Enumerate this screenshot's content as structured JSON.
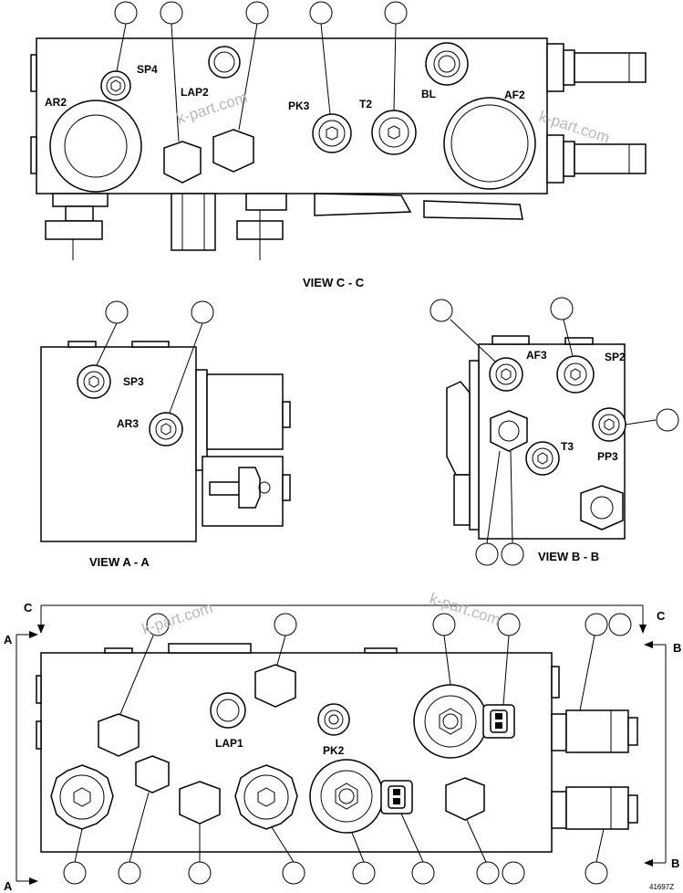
{
  "views": {
    "view_c": {
      "title": "VIEW C - C",
      "ports": [
        "SP4",
        "AR2",
        "LAP2",
        "PK3",
        "T2",
        "BL",
        "AF2"
      ]
    },
    "view_a": {
      "title": "VIEW A - A",
      "ports": [
        "SP3",
        "AR3"
      ]
    },
    "view_b": {
      "title": "VIEW B - B",
      "ports": [
        "AF3",
        "SP2",
        "T3",
        "PP3"
      ]
    },
    "main": {
      "ports": [
        "LAP1",
        "PK2"
      ]
    }
  },
  "section_markers": {
    "c_left": "C",
    "c_right": "C",
    "a_top": "A",
    "a_bottom": "A",
    "b_top": "B",
    "b_bottom": "B"
  },
  "watermarks": [
    "k-part.com",
    "k-part.com",
    "k-part.com",
    "k-part.com"
  ],
  "drawing_id": "41697Z",
  "colors": {
    "line": "#000000",
    "background": "#ffffff",
    "watermark": "#b8b8b8"
  }
}
